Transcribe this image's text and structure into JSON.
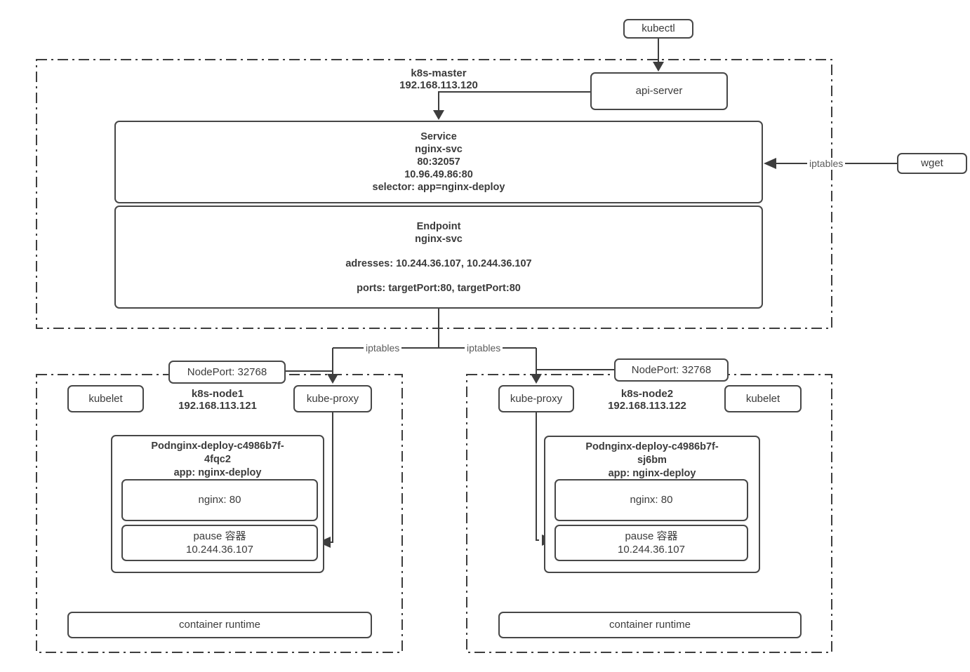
{
  "diagram": {
    "kubectl": "kubectl",
    "api_server": "api-server",
    "wget": "wget",
    "master": {
      "name": "k8s-master",
      "ip": "192.168.113.120"
    },
    "service": {
      "title": "Service",
      "name": "nginx-svc",
      "port_map": "80:32057",
      "cluster_ip": "10.96.49.86:80",
      "selector": "selector: app=nginx-deploy"
    },
    "endpoint": {
      "title": "Endpoint",
      "name": "nginx-svc",
      "addresses": "adresses: 10.244.36.107, 10.244.36.107",
      "ports": "ports: targetPort:80, targetPort:80"
    },
    "labels": {
      "iptables_wget": "iptables",
      "iptables_left": "iptables",
      "iptables_right": "iptables"
    },
    "node1": {
      "nodeport": "NodePort: 32768",
      "kubelet": "kubelet",
      "name": "k8s-node1",
      "ip": "192.168.113.121",
      "kube_proxy": "kube-proxy",
      "pod_title_1": "Podnginx-deploy-c4986b7f-",
      "pod_title_2": "4fqc2",
      "pod_title_3": "app: nginx-deploy",
      "nginx": "nginx: 80",
      "pause_1": "pause 容器",
      "pause_2": "10.244.36.107",
      "runtime": "container runtime"
    },
    "node2": {
      "nodeport": "NodePort: 32768",
      "kubelet": "kubelet",
      "name": "k8s-node2",
      "ip": "192.168.113.122",
      "kube_proxy": "kube-proxy",
      "pod_title_1": "Podnginx-deploy-c4986b7f-",
      "pod_title_2": "sj6bm",
      "pod_title_3": "app: nginx-deploy",
      "nginx": "nginx: 80",
      "pause_1": "pause 容器",
      "pause_2": "10.244.36.107",
      "runtime": "container runtime"
    },
    "colors": {
      "line": "#474747",
      "text": "#3b3b3b",
      "wire_label": "#5c5c5c",
      "background": "#ffffff"
    }
  }
}
